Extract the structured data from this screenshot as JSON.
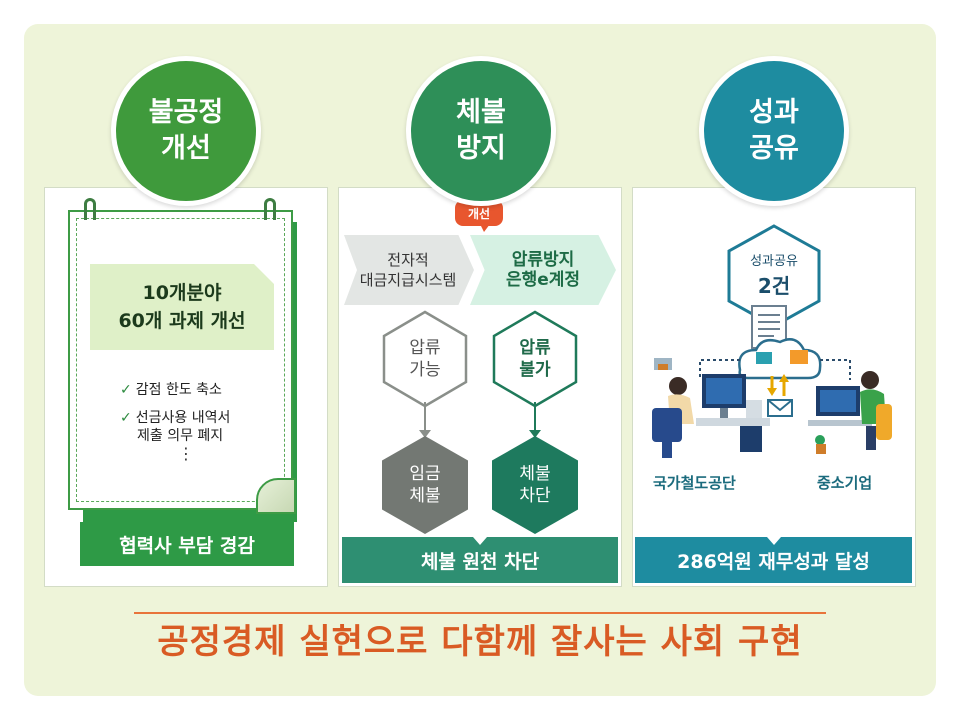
{
  "circles": [
    {
      "line1": "불공정",
      "line2": "개선"
    },
    {
      "line1": "체불",
      "line2": "방지"
    },
    {
      "line1": "성과",
      "line2": "공유"
    }
  ],
  "panel1": {
    "box_line1": "10개분야",
    "box_line2": "60개 과제 개선",
    "check1": "감점 한도 축소",
    "check2_line1": "선금사용 내역서",
    "check2_line2": "제출 의무 폐지",
    "check_mark": "✓",
    "dots": "⋮",
    "bar": "협력사 부담 경감"
  },
  "panel2": {
    "badge": "개선",
    "left_arrow_line1": "전자적",
    "left_arrow_line2": "대금지급시스템",
    "right_arrow_line1": "압류방지",
    "right_arrow_line2": "은행e계정",
    "hex_tl_line1": "압류",
    "hex_tl_line2": "가능",
    "hex_tr_line1": "압류",
    "hex_tr_line2": "불가",
    "hex_bl_line1": "임금",
    "hex_bl_line2": "체불",
    "hex_br_line1": "체불",
    "hex_br_line2": "차단",
    "bar": "체불 원천 차단"
  },
  "panel3": {
    "hex_line1": "성과공유",
    "hex_line2": "2건",
    "left_caption": "국가철도공단",
    "right_caption": "중소기업",
    "bar": "286억원 재무성과 달성"
  },
  "footer": "공정경제 실현으로 다함께 잘사는 사회 구현",
  "colors": {
    "green": "#3f9a3c",
    "teal_green": "#2e8f58",
    "teal_blue": "#1e8ca0",
    "orange": "#d95b24"
  }
}
